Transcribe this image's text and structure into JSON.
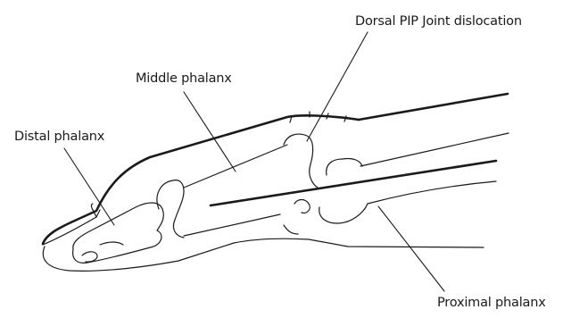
{
  "labels": {
    "dorsal_pip": "Dorsal PIP Joint dislocation",
    "middle_phalanx": "Middle phalanx",
    "distal_phalanx": "Distal phalanx",
    "proximal_phalanx": "Proximal phalanx"
  }
}
